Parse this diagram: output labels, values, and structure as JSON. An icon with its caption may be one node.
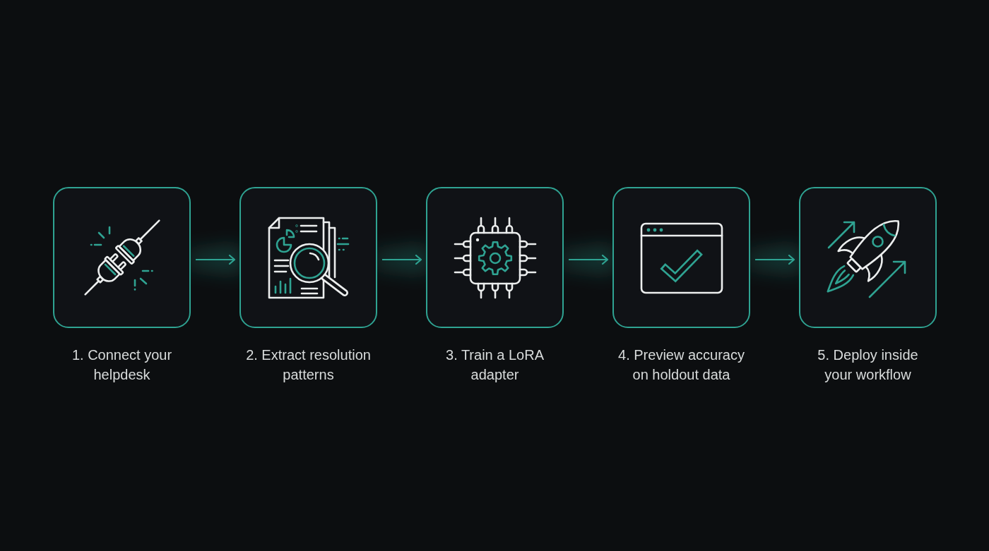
{
  "diagram": {
    "nodes": [
      {
        "text": [],
        "shape": "box",
        "beside": [
          "1. Connect your helpdesk"
        ]
      },
      {
        "text": [],
        "shape": "box",
        "beside": [
          "2. Extract resolution patterns"
        ]
      },
      {
        "text": [],
        "shape": "box",
        "beside": [
          "3. Train a LoRA adapter"
        ]
      },
      {
        "text": [],
        "shape": "box",
        "beside": [
          "4. Preview accuracy on holdout data"
        ]
      },
      {
        "text": [],
        "shape": "box",
        "beside": [
          "5. Deploy inside your workflow"
        ]
      }
    ],
    "edges": [
      {
        "from": 0,
        "to": 1,
        "arrow": "to"
      },
      {
        "from": 1,
        "to": 2,
        "arrow": "to"
      },
      {
        "from": 2,
        "to": 3,
        "arrow": "to"
      },
      {
        "from": 3,
        "to": 4,
        "arrow": "to"
      }
    ]
  }
}
